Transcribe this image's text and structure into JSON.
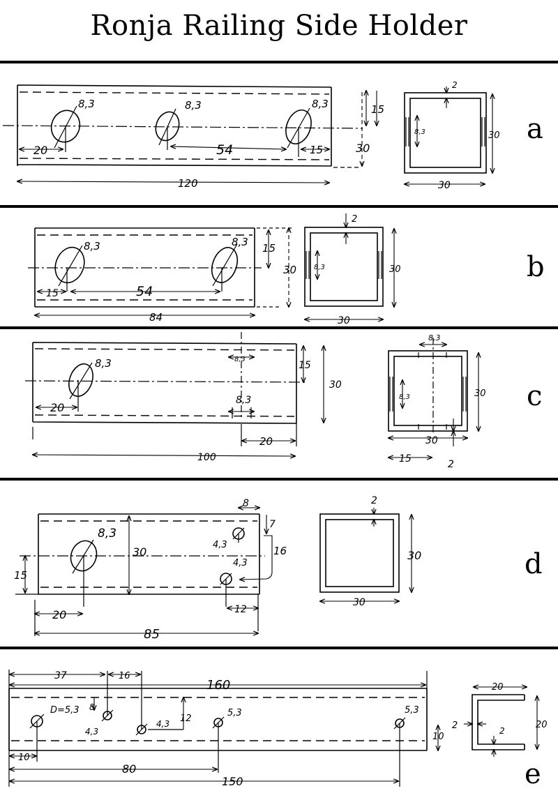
{
  "title": "Ronja Railing Side Holder",
  "sections": [
    {
      "letter": "a",
      "dims": [
        "8,3",
        "8,3",
        "8,3",
        "20",
        "54",
        "15",
        "15",
        "30",
        "120"
      ],
      "section": [
        "2",
        "8,3",
        "30",
        "30"
      ]
    },
    {
      "letter": "b",
      "dims": [
        "8,3",
        "8,3",
        "15",
        "54",
        "15",
        "30",
        "84"
      ],
      "section": [
        "2",
        "8,3",
        "30",
        "30"
      ]
    },
    {
      "letter": "c",
      "dims": [
        "8,3",
        "8,3",
        "8,3",
        "20",
        "15",
        "30",
        "20",
        "100"
      ],
      "section": [
        "8,3",
        "8,3",
        "30",
        "30",
        "15",
        "2"
      ]
    },
    {
      "letter": "d",
      "dims": [
        "8,3",
        "8",
        "7",
        "4,3",
        "16",
        "4,3",
        "30",
        "15",
        "20",
        "12",
        "85"
      ],
      "section": [
        "2",
        "30",
        "30"
      ]
    },
    {
      "letter": "e",
      "dims": [
        "37",
        "16",
        "160",
        "D=5,3",
        "8",
        "4,3",
        "4,3",
        "12",
        "5,3",
        "5,3",
        "10",
        "10",
        "80",
        "150"
      ],
      "section": [
        "20",
        "2",
        "20",
        "2"
      ]
    }
  ]
}
